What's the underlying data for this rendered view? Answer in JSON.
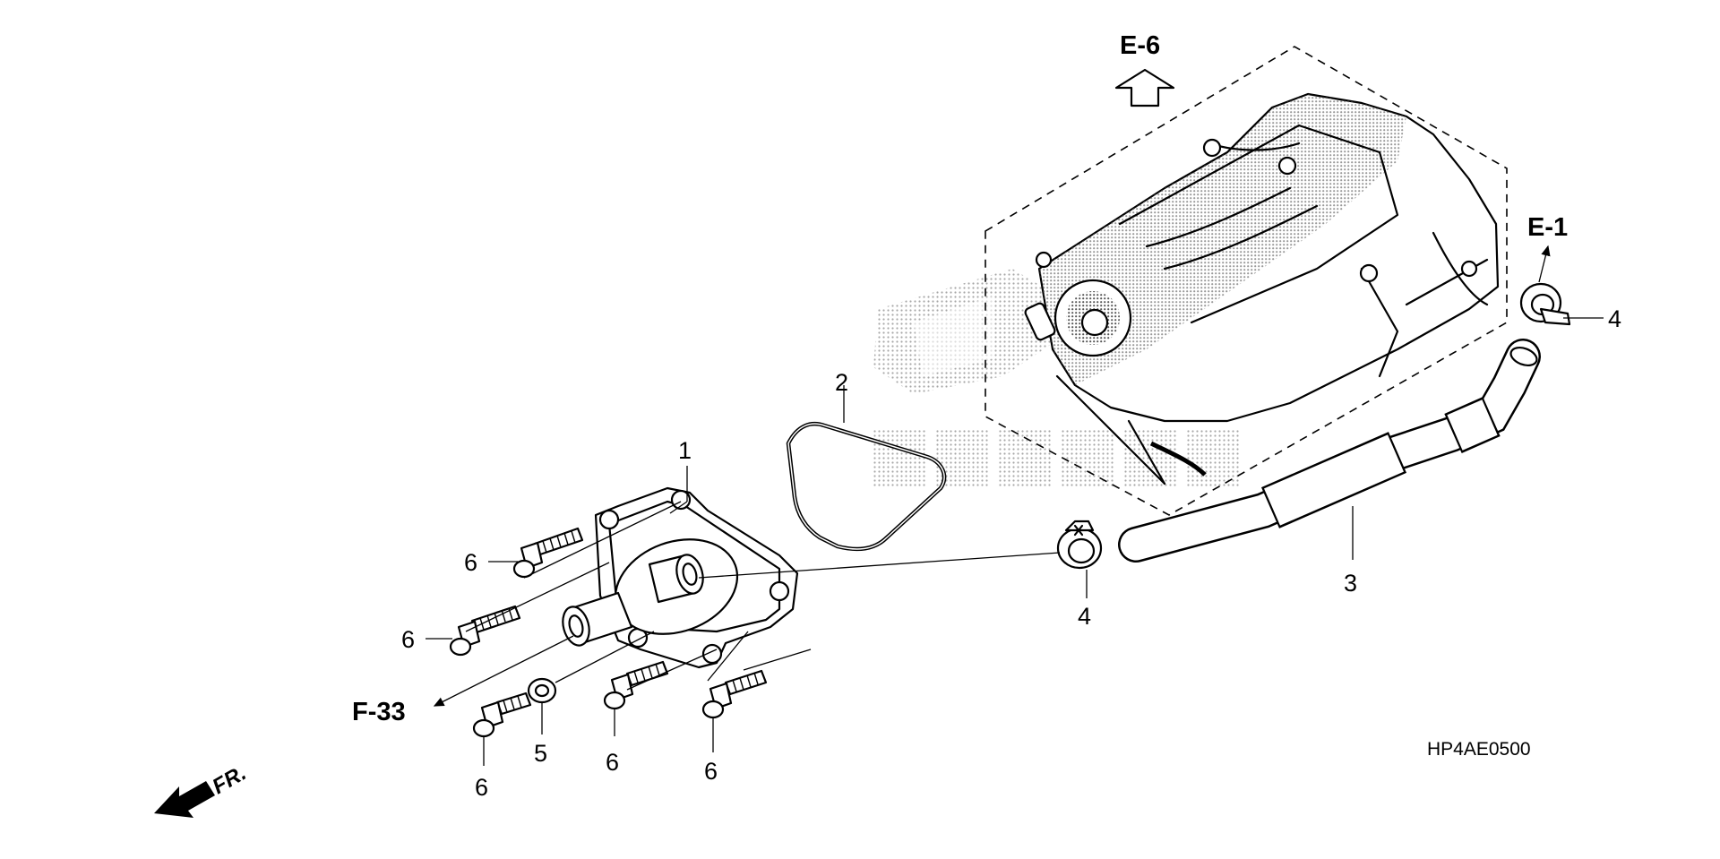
{
  "diagram": {
    "drawing_code": "HP4AE0500",
    "front_label": "FR.",
    "references": {
      "e6": "E-6",
      "e1": "E-1",
      "f33": "F-33"
    },
    "callouts": {
      "c1": "1",
      "c2": "2",
      "c3": "3",
      "c4a": "4",
      "c4b": "4",
      "c5": "5",
      "c6a": "6",
      "c6b": "6",
      "c6c": "6",
      "c6d": "6",
      "c6e": "6"
    },
    "watermark": "HONDA logo"
  }
}
